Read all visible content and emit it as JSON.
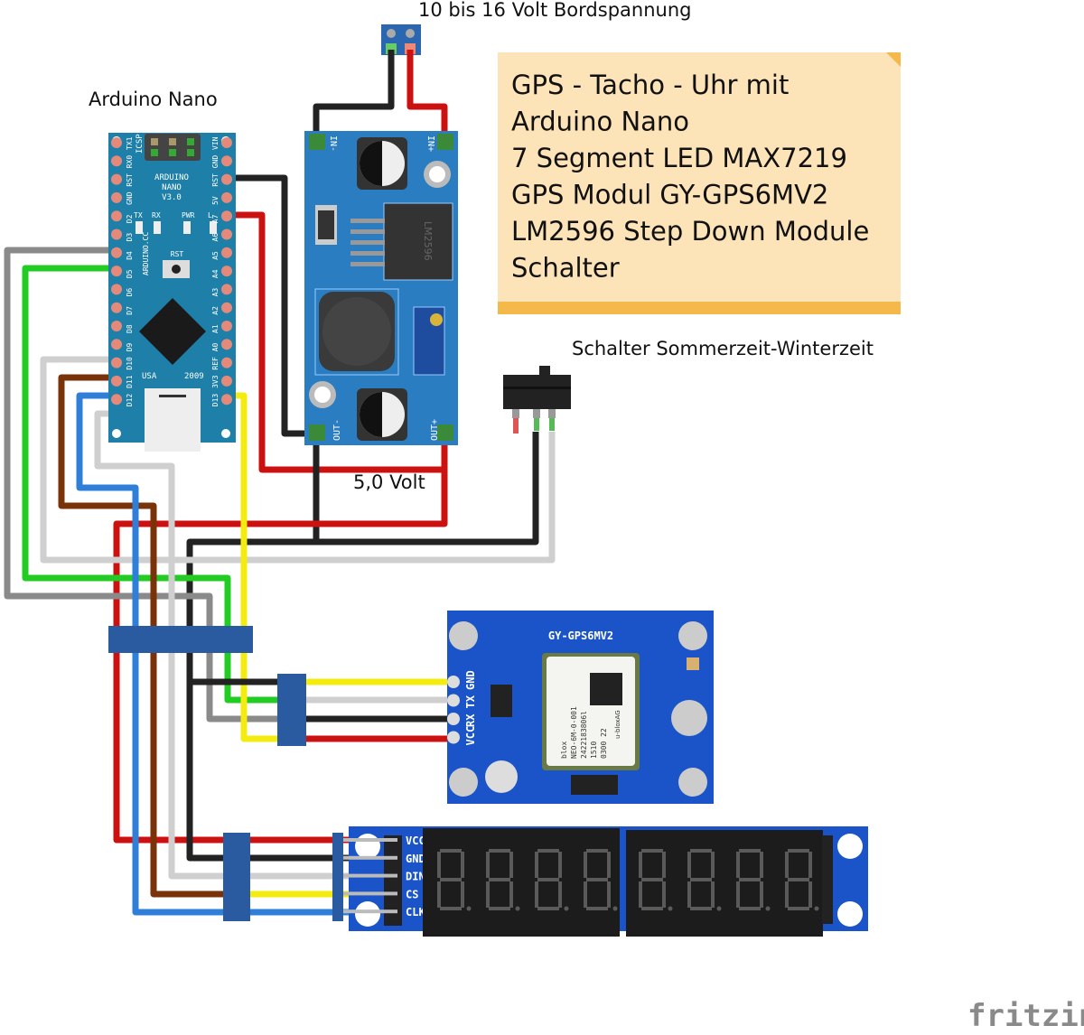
{
  "labels": {
    "supply": "10 bis 16 Volt Bordspannung",
    "arduino": "Arduino Nano",
    "switch": "Schalter Sommerzeit-Winterzeit",
    "output_voltage": "5,0 Volt"
  },
  "note": {
    "lines": [
      "GPS - Tacho - Uhr mit",
      "Arduino Nano",
      "7 Segment LED MAX7219",
      "GPS Modul GY-GPS6MV2",
      "LM2596 Step Down Module",
      "Schalter"
    ],
    "color": "#fde3b8",
    "accent": "#f5b84a"
  },
  "arduino": {
    "board_lines": [
      "ARDUINO",
      "NANO",
      "V3.0"
    ],
    "icsp": "ICSP",
    "website": "ARDUINO.CC",
    "origin": "USA",
    "year": "2009",
    "reset": "RST",
    "leds": [
      "TX",
      "RX",
      "PWR",
      "L"
    ],
    "left_pins": [
      "TX1",
      "RX0",
      "RST",
      "GND",
      "D2",
      "D3",
      "D4",
      "D5",
      "D6",
      "D7",
      "D8",
      "D9",
      "D10",
      "D11",
      "D12"
    ],
    "right_pins": [
      "VIN",
      "GND",
      "RST",
      "5V",
      "A7",
      "A6",
      "A5",
      "A4",
      "A3",
      "A2",
      "A1",
      "A0",
      "REF",
      "3V3",
      "D13"
    ],
    "color": "#1e7fa8"
  },
  "regulator": {
    "chip": "LM2596",
    "pins": {
      "in_minus": "IN-",
      "in_plus": "IN+",
      "out_minus": "OUT-",
      "out_plus": "OUT+"
    },
    "color": "#2a7dc0"
  },
  "gps": {
    "title": "GY-GPS6MV2",
    "pins": [
      "GND",
      "TX",
      "RX",
      "VCC"
    ],
    "module_lines": [
      "blox",
      "NEO-6M-0-001",
      "2422183806l",
      "1510",
      "0300 22"
    ],
    "brand": "u-bloxAG"
  },
  "display": {
    "pins": [
      "VCC",
      "GND",
      "DIN",
      "CS",
      "CLK"
    ],
    "digits": 8
  },
  "wire_colors": {
    "red": "#cc1111",
    "black": "#222222",
    "green": "#22cc22",
    "gray": "#8a8a8a",
    "white": "#cfcfcf",
    "brown": "#7a3308",
    "blue": "#2f7fd8",
    "yellow": "#f4ec0e"
  },
  "brand": "fritzing"
}
